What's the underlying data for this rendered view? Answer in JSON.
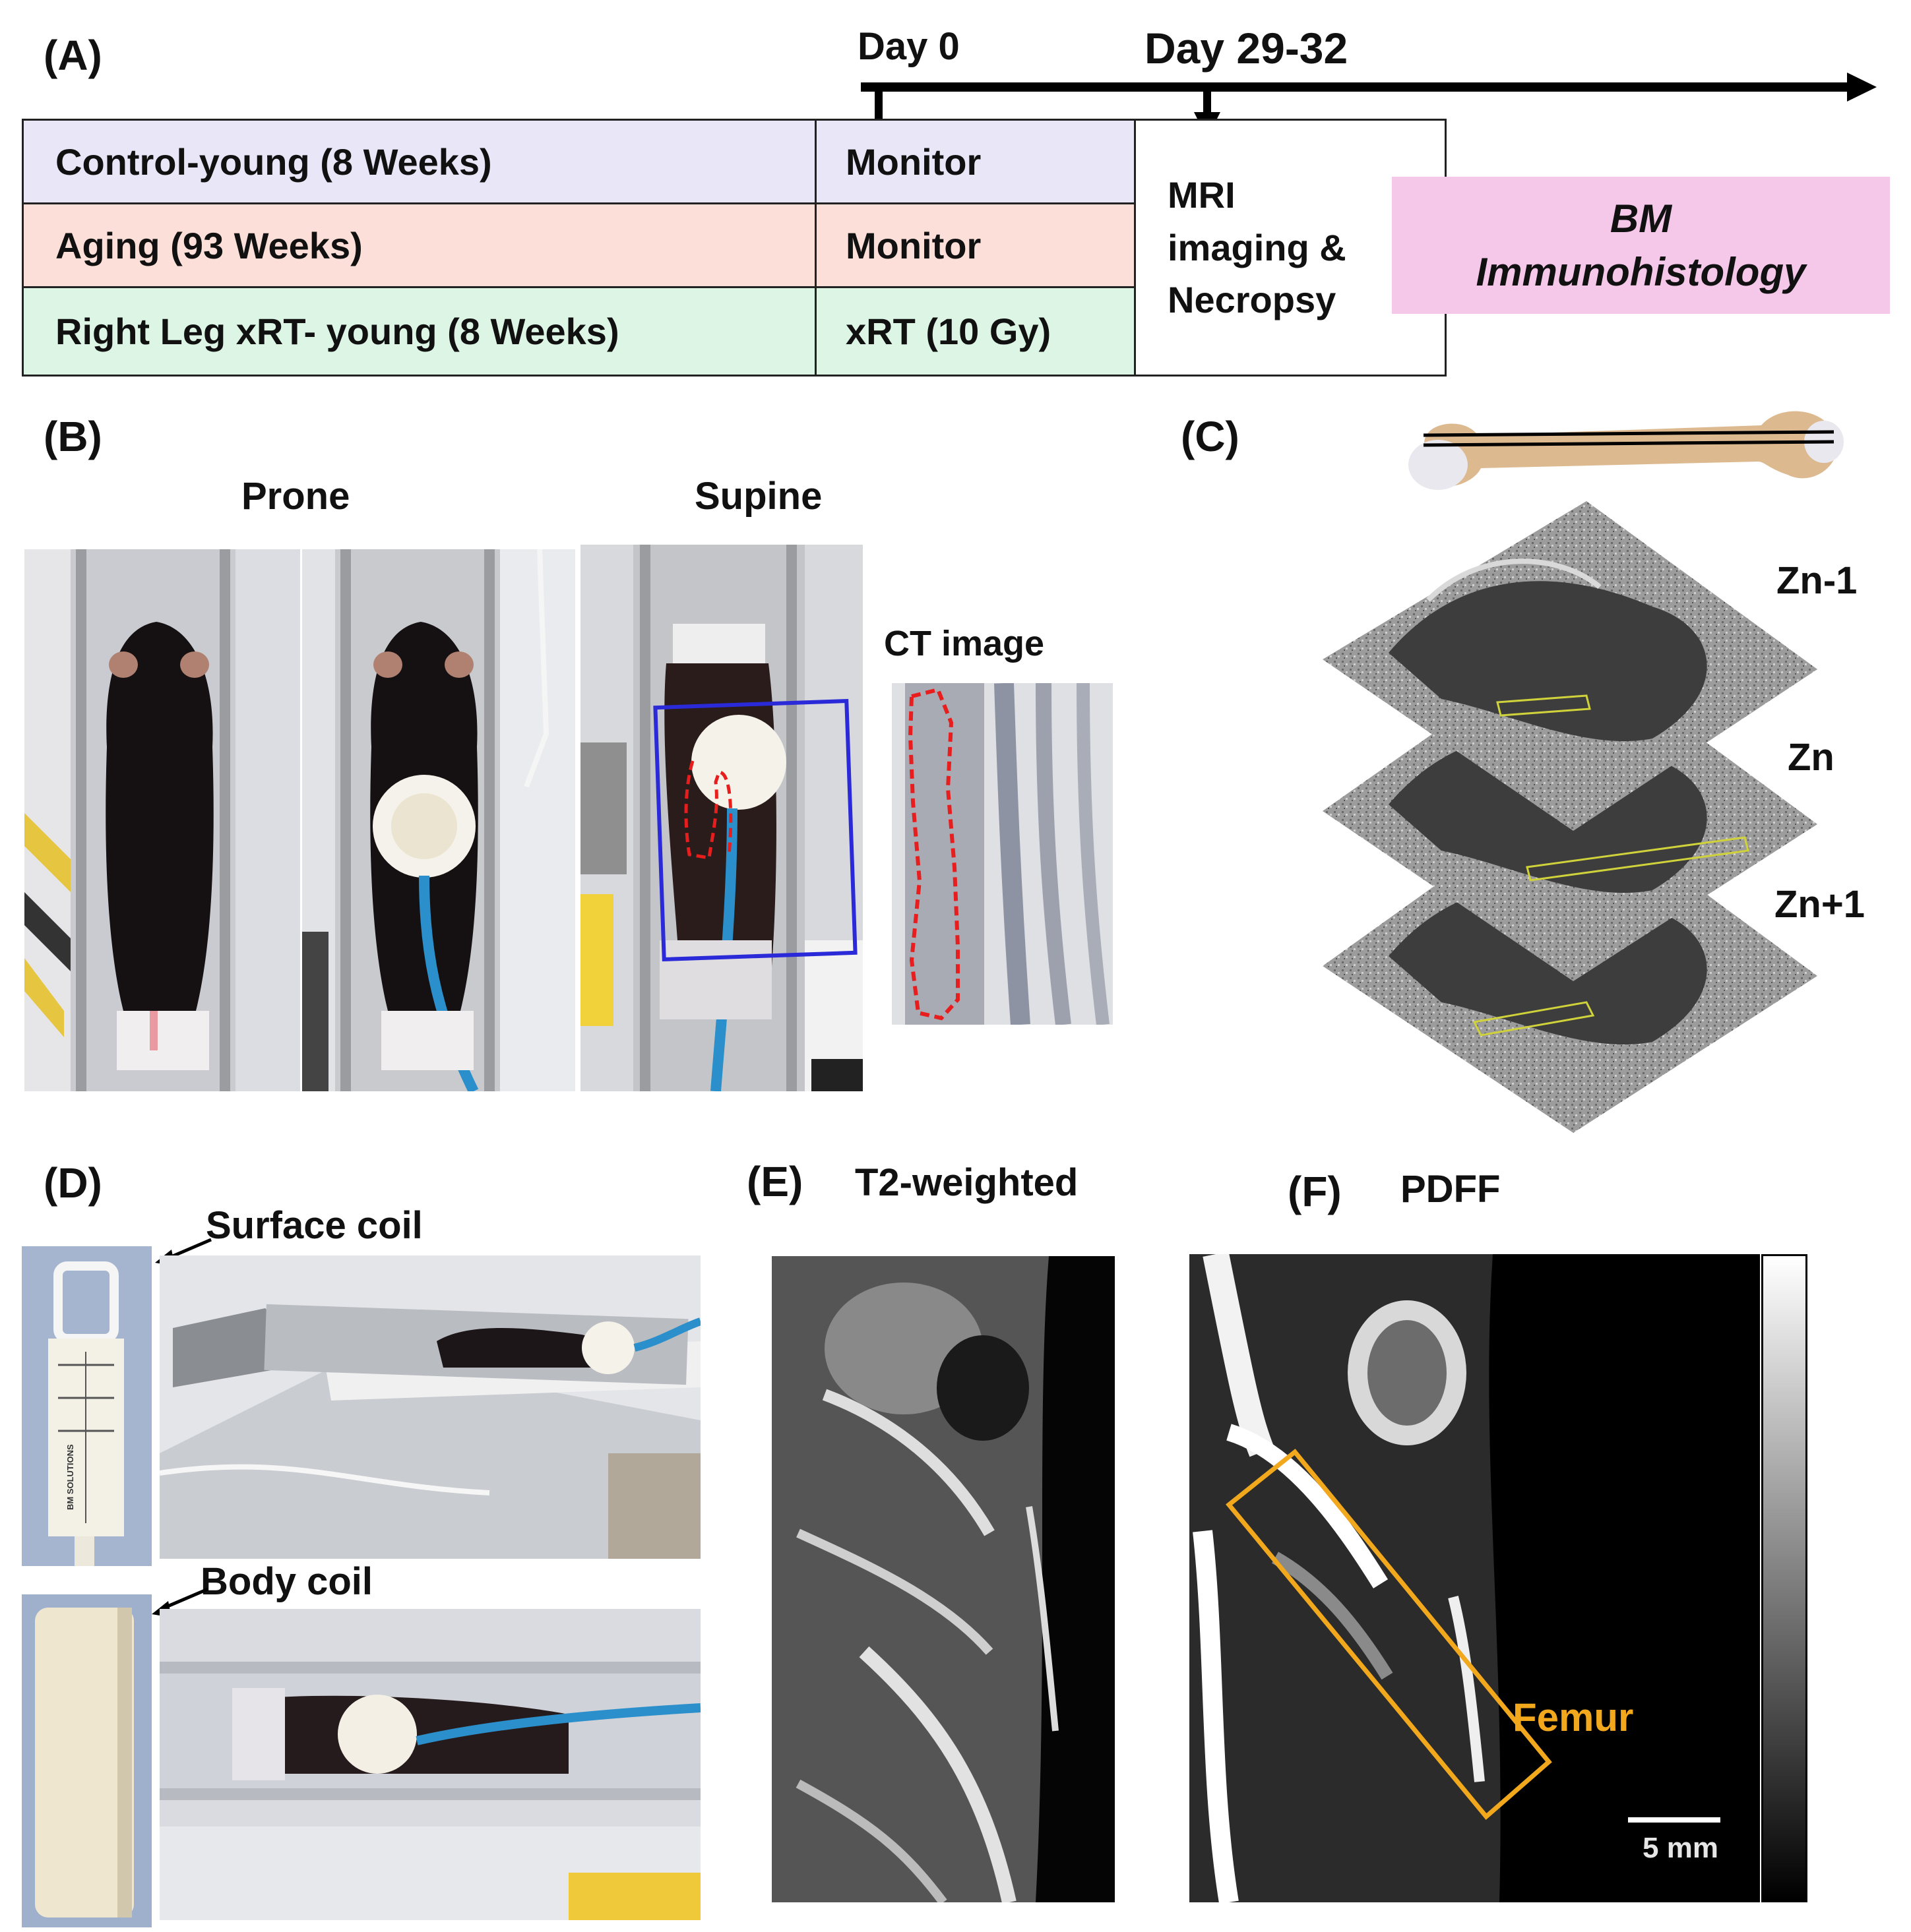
{
  "panels": {
    "a": "(A)",
    "b": "(B)",
    "c": "(C)",
    "d": "(D)",
    "e": "(E)",
    "f": "(F)"
  },
  "timeline": {
    "day0": "Day 0",
    "day29": "Day 29-32",
    "rows": [
      {
        "group": "Control-young (8 Weeks)",
        "action": "Monitor",
        "color": "#e8e6f7"
      },
      {
        "group": "Aging (93 Weeks)",
        "action": "Monitor",
        "color": "#fcdfd8"
      },
      {
        "group": "Right Leg xRT- young (8 Weeks)",
        "action": "xRT (10 Gy)",
        "color": "#ddf5e5"
      }
    ],
    "mri_lines": [
      "MRI",
      "imaging &",
      "Necropsy"
    ],
    "bm_lines": [
      "BM",
      "Immunohistology"
    ],
    "bm_color": "#f5c8ea"
  },
  "panel_b": {
    "prone": "Prone",
    "supine": "Supine",
    "ct": "CT image"
  },
  "panel_c": {
    "slices": [
      "Zn-1",
      "Zn",
      "Zn+1"
    ]
  },
  "panel_d": {
    "surface": "Surface coil",
    "body": "Body coil",
    "coil_brand": "BM SOLUTIONS"
  },
  "panel_e": {
    "title": "T2-weighted"
  },
  "panel_f": {
    "title": "PDFF",
    "roi": "Femur",
    "scale": "5 mm"
  },
  "colors": {
    "roi_orange": "#f2a81c",
    "ct_red": "#e81d1d",
    "supine_box": "#2a2ad8"
  }
}
